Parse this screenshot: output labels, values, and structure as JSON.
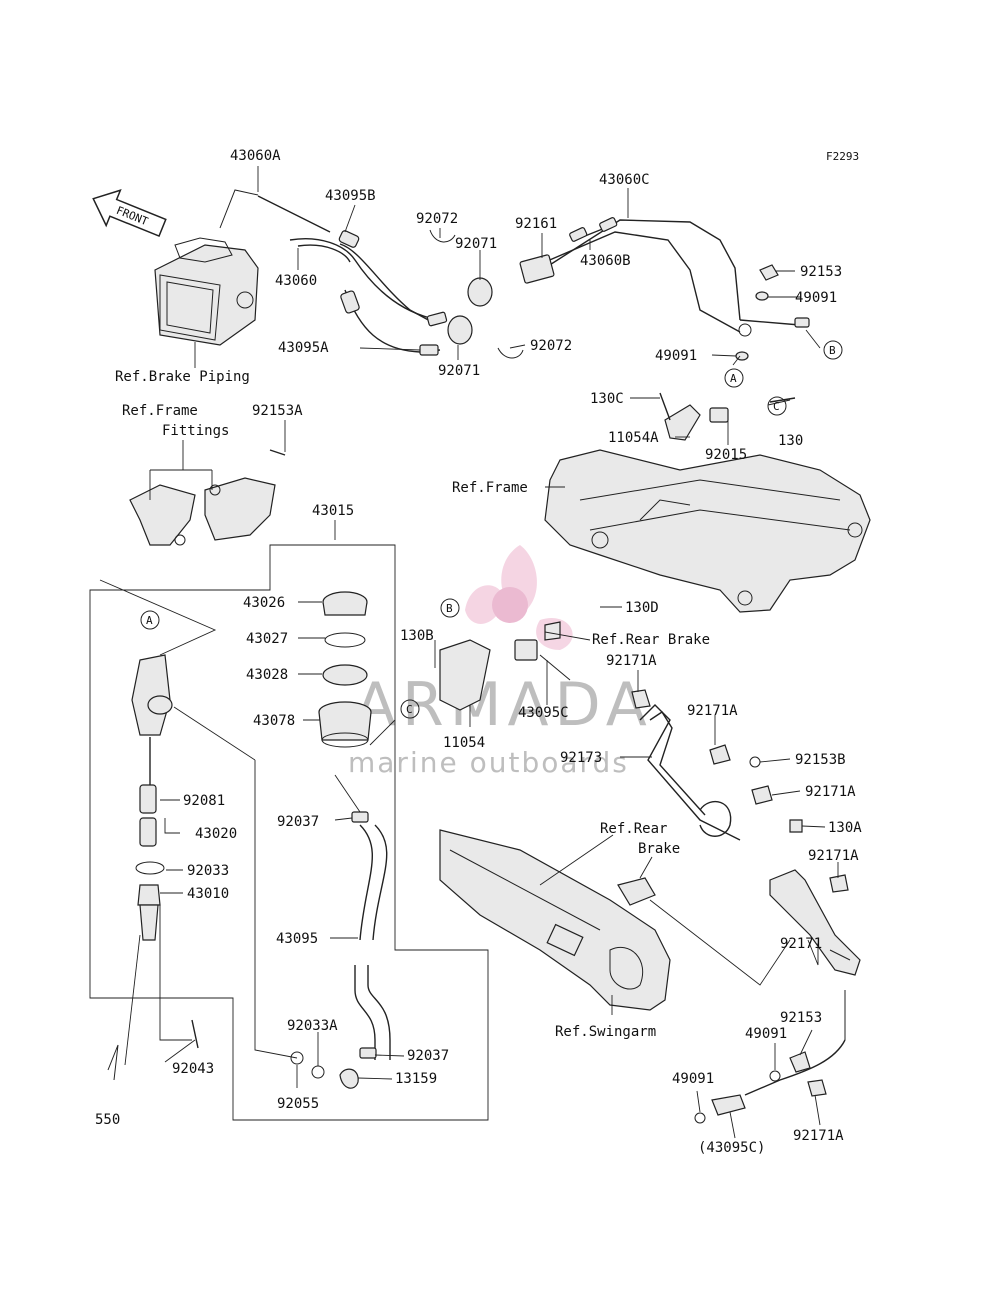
{
  "figure_code": "F2293",
  "front_arrow": "FRONT",
  "watermark": {
    "brand": "ARMADA",
    "tagline": "marine outboards"
  },
  "callouts": {
    "p43060A": "43060A",
    "p43095B": "43095B",
    "p92072a": "92072",
    "p92161": "92161",
    "p43060C": "43060C",
    "p92153": "92153",
    "p49091a": "49091",
    "p92071a": "92071",
    "p43060": "43060",
    "p43060B": "43060B",
    "p43095A": "43095A",
    "p92072b": "92072",
    "p92071b": "92071",
    "p49091b": "49091",
    "refBrakePiping": "Ref.Brake Piping",
    "refFrameFit1": "Ref.Frame",
    "refFrameFit2": "Fittings",
    "p92153A": "92153A",
    "p130C": "130C",
    "p11054A": "11054A",
    "p92015": "92015",
    "p130": "130",
    "refFrame": "Ref.Frame",
    "p43015": "43015",
    "p43026": "43026",
    "p43027": "43027",
    "p43028": "43028",
    "p43078": "43078",
    "p130D": "130D",
    "p130B": "130B",
    "refRearBrake1": "Ref.Rear Brake",
    "p92171Aa": "92171A",
    "p43095C": "43095C",
    "p11054": "11054",
    "p92171Ab": "92171A",
    "p92173": "92173",
    "p92153B": "92153B",
    "p92171Ac": "92171A",
    "p92081": "92081",
    "p43020": "43020",
    "p92037a": "92037",
    "refRearBrake2a": "Ref.Rear",
    "refRearBrake2b": "Brake",
    "p130A": "130A",
    "p92171Ad": "92171A",
    "p92033": "92033",
    "p43010": "43010",
    "p43095": "43095",
    "p92171": "92171",
    "p92033A": "92033A",
    "p92037b": "92037",
    "p13159": "13159",
    "refSwingarm": "Ref.Swingarm",
    "p92153c": "92153",
    "p49091c": "49091",
    "p49091d": "49091",
    "p92043": "92043",
    "p92055": "92055",
    "p550": "550",
    "p43095Cp": "(43095C)",
    "p92171Ae": "92171A"
  },
  "markers": {
    "A": "A",
    "B": "B",
    "C": "C"
  }
}
